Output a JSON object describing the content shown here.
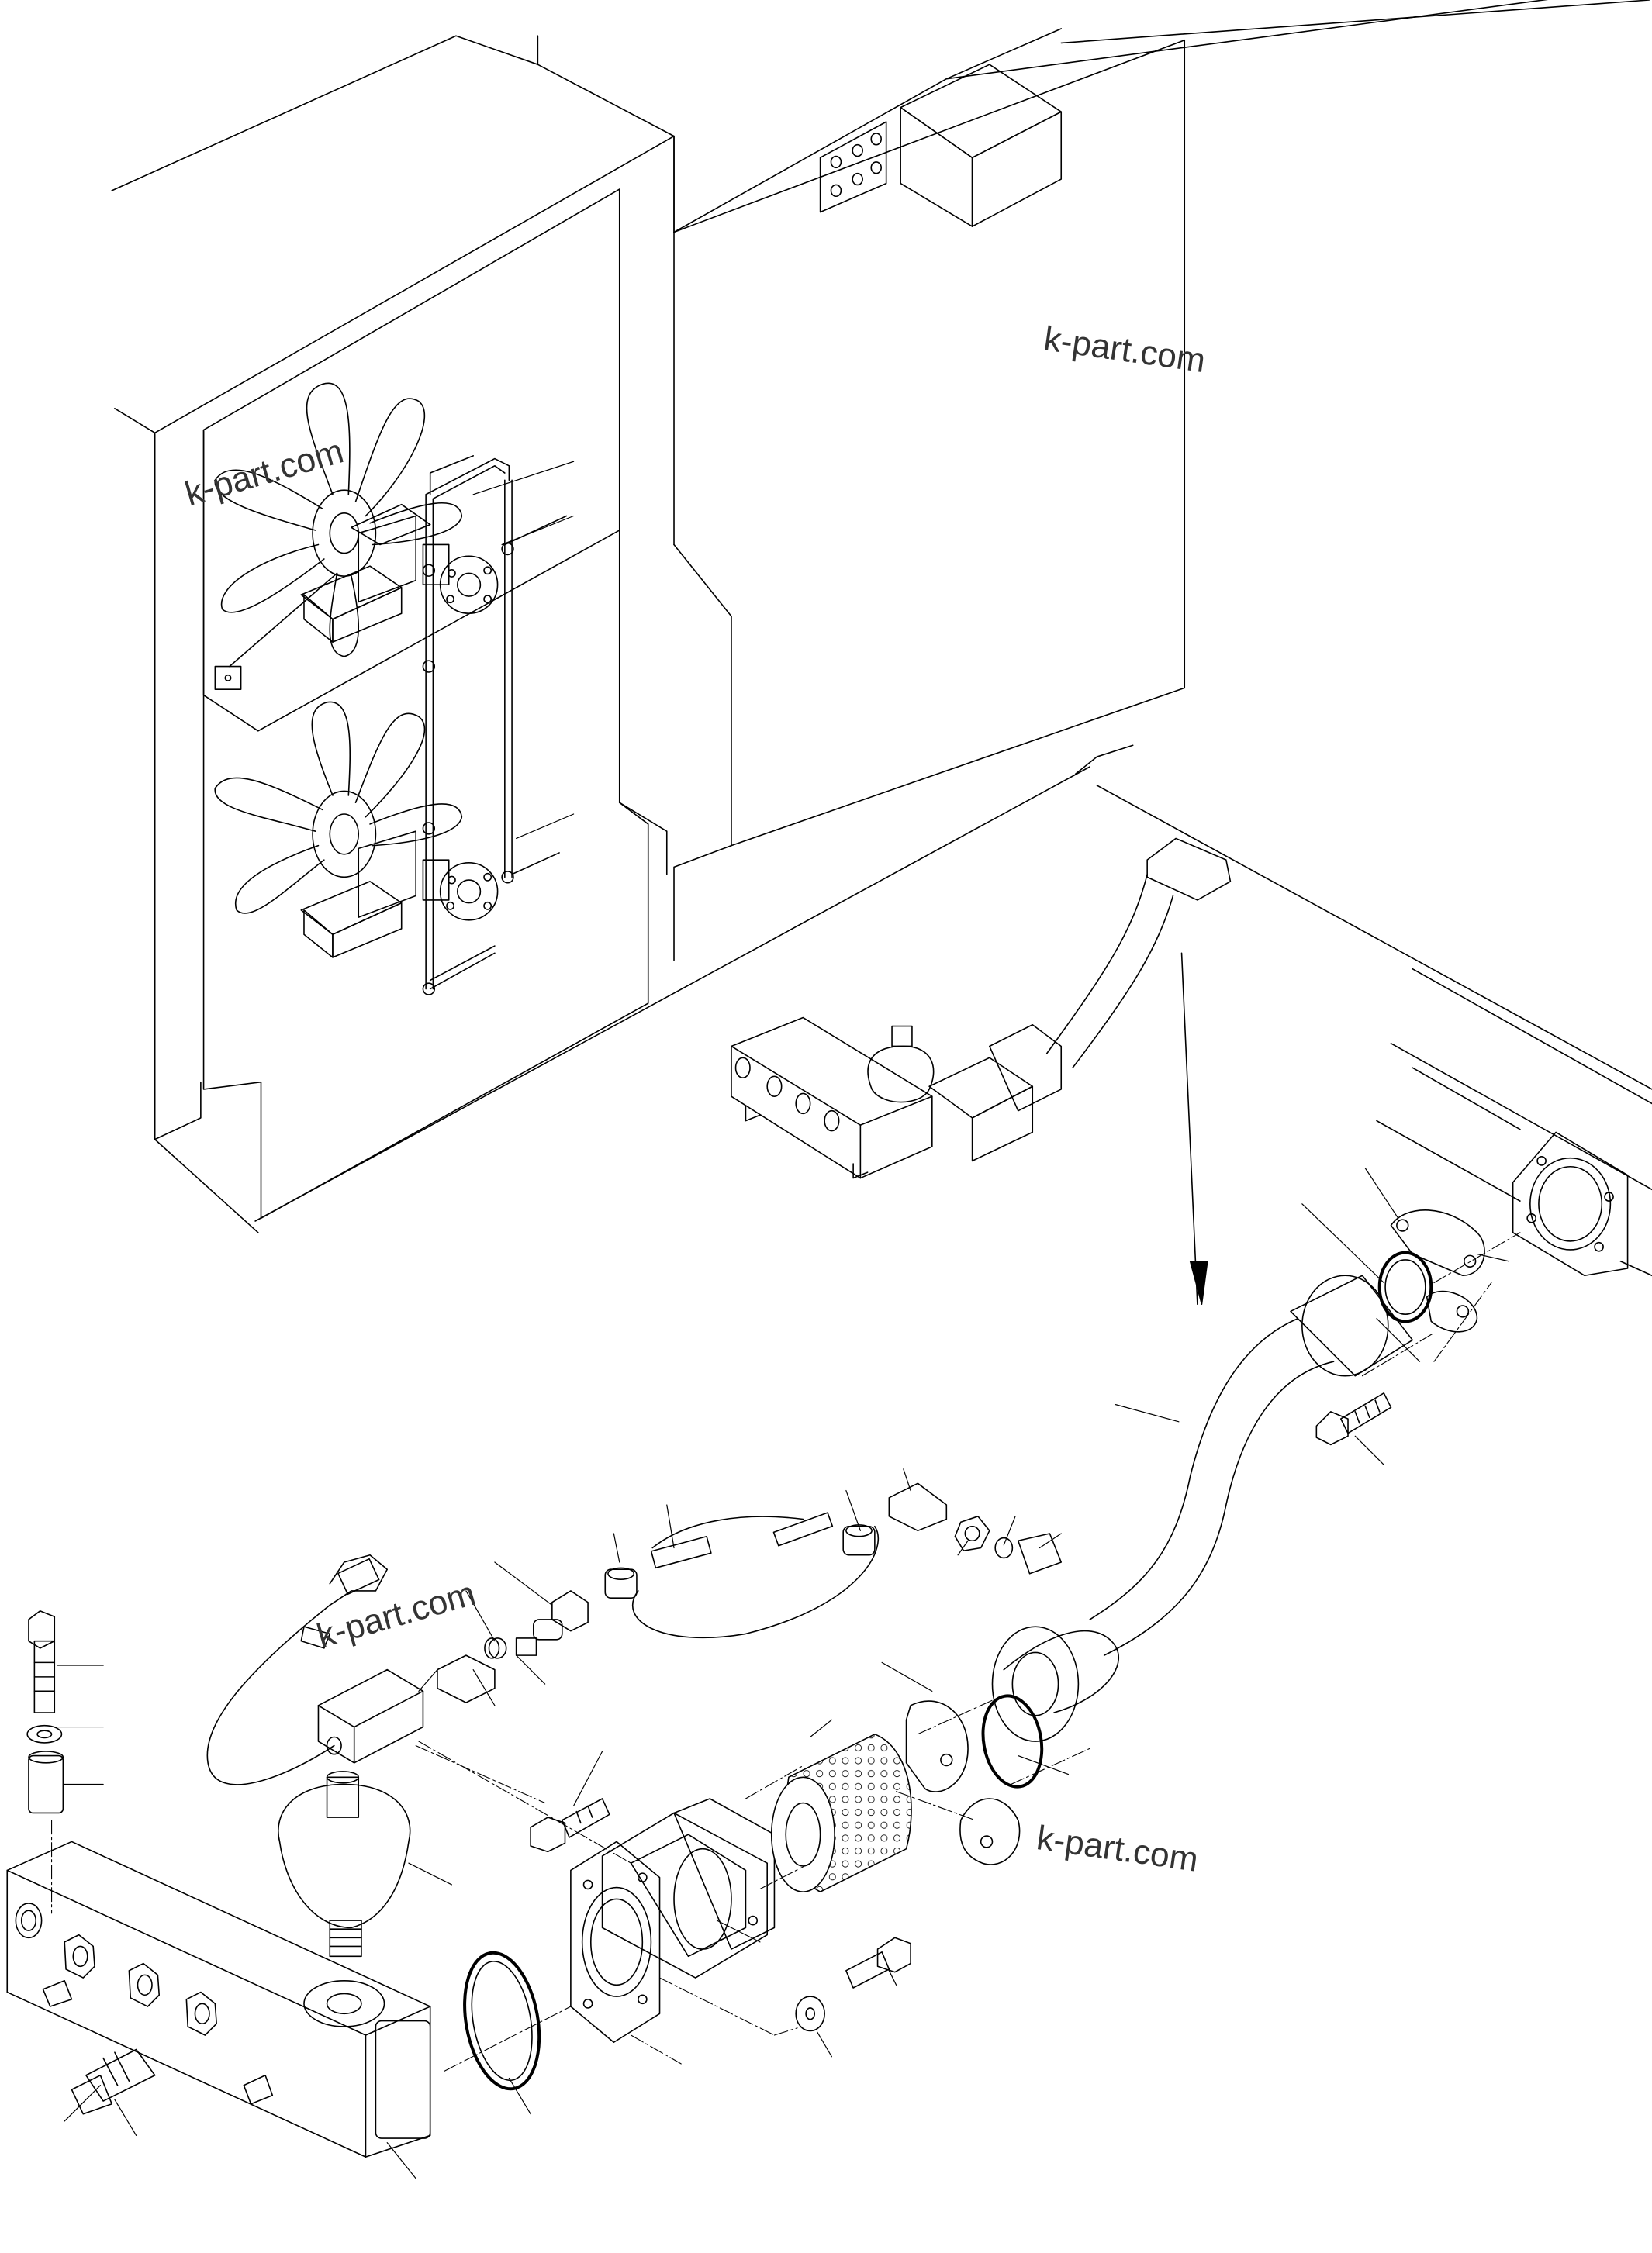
{
  "diagram": {
    "watermarks": [
      "k-part.com",
      "k-part.com",
      "k-part.com",
      "k-part.com"
    ]
  },
  "colors": {
    "line": "#000000",
    "background": "#ffffff"
  }
}
